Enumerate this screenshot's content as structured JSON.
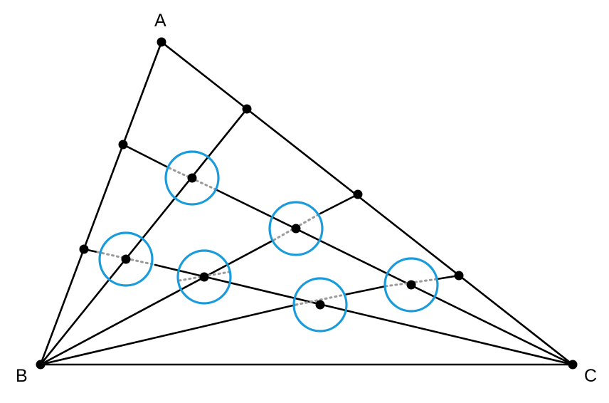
{
  "vertex_labels": {
    "a": "A",
    "b": "B",
    "c": "C"
  },
  "colors": {
    "stroke": "#000000",
    "hidden_segment": "#999999",
    "intersection_circle": "#1a9bdb",
    "point": "#000000"
  }
}
